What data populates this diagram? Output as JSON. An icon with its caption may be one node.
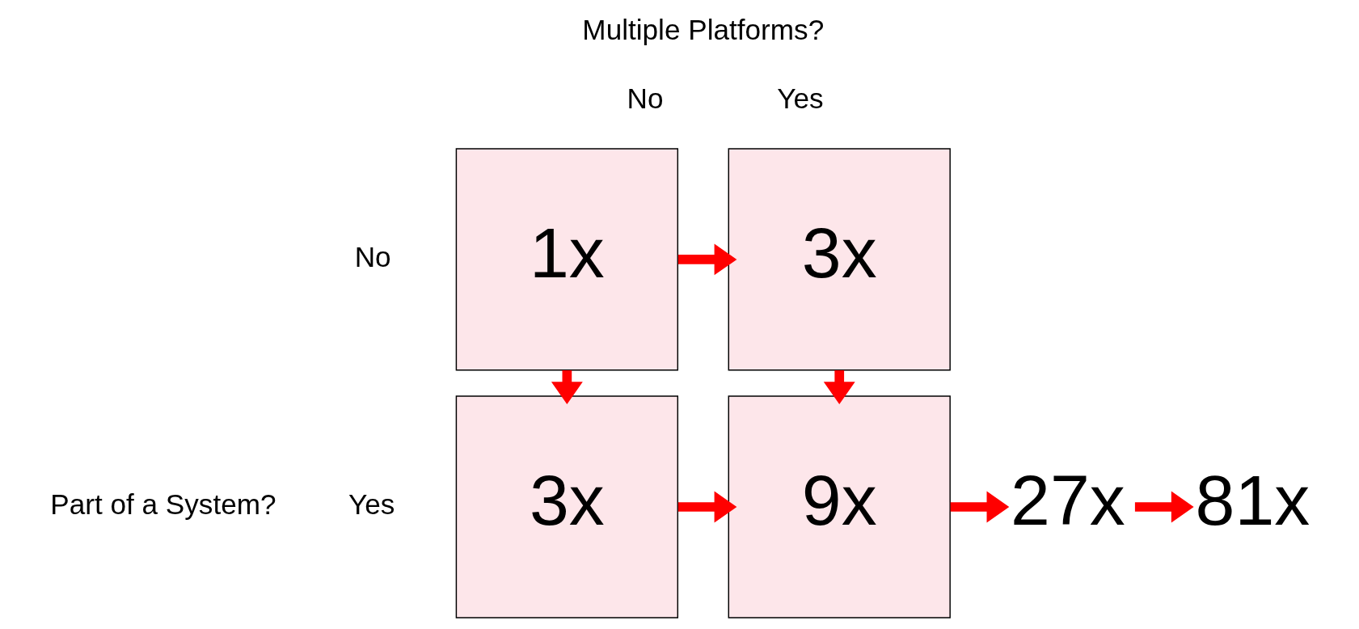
{
  "diagram": {
    "nodes": [
      {
        "text": [
          "1x"
        ]
      },
      {
        "text": [
          "3x"
        ]
      },
      {
        "text": [
          "3x"
        ]
      },
      {
        "text": [
          "9x"
        ]
      },
      {
        "text": [
          "27x"
        ]
      },
      {
        "text": [
          "81x"
        ]
      }
    ],
    "edges": [
      {
        "from": 0,
        "to": 1,
        "arrow": "to"
      },
      {
        "from": 0,
        "to": 2,
        "arrow": "to"
      },
      {
        "from": 1,
        "to": 3,
        "arrow": "to"
      },
      {
        "from": 2,
        "to": 3,
        "arrow": "to"
      },
      {
        "from": 3,
        "to": 4,
        "arrow": "to"
      },
      {
        "from": 4,
        "to": 5,
        "arrow": "to"
      }
    ],
    "labels": [
      "Multiple Platforms?",
      "No",
      "Yes",
      "No",
      "Part of a System?",
      "Yes"
    ]
  }
}
